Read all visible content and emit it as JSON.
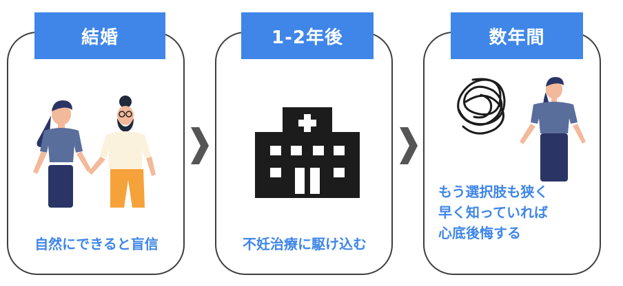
{
  "steps": [
    {
      "title": "結婚",
      "caption": "自然にできると盲信",
      "illustration": "couple-illustration"
    },
    {
      "title": "1-2年後",
      "caption": "不妊治療に駆け込む",
      "illustration": "hospital-icon"
    },
    {
      "title": "数年間",
      "caption_lines": [
        "もう選択肢も狭く",
        "早く知っていれば",
        "心底後悔する"
      ],
      "illustration": "worried-woman-illustration"
    }
  ],
  "arrows": [
    "chevron-right-icon",
    "chevron-right-icon"
  ],
  "colors": {
    "accent": "#3f86e8",
    "border": "#3d3d3d",
    "arrow": "#555555",
    "icon": "#1c1c1c"
  }
}
